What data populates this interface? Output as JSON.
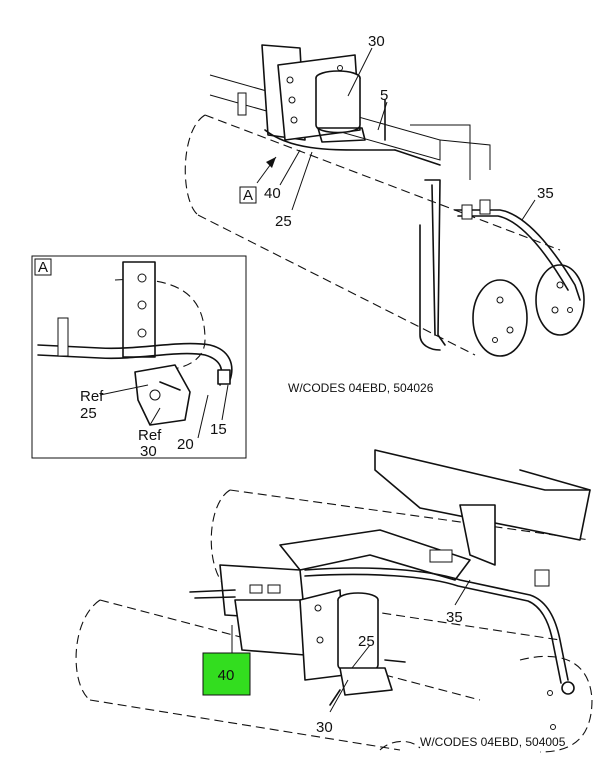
{
  "upper_view": {
    "callouts": {
      "c30": "30",
      "c5": "5",
      "c40": "40",
      "c25": "25",
      "c35": "35"
    },
    "view_marker": "A",
    "caption": "W/CODES 04EBD, 504026"
  },
  "detail_view": {
    "label": "A",
    "callouts": {
      "ref1": "Ref",
      "c25": "25",
      "ref2": "Ref",
      "c30": "30",
      "c20": "20",
      "c15": "15"
    }
  },
  "lower_view": {
    "callouts": {
      "c35": "35",
      "c25": "25",
      "c40": "40",
      "c30": "30"
    },
    "highlight_color": "#33dd1f",
    "caption": "W/CODES 04EBD, 504005"
  }
}
